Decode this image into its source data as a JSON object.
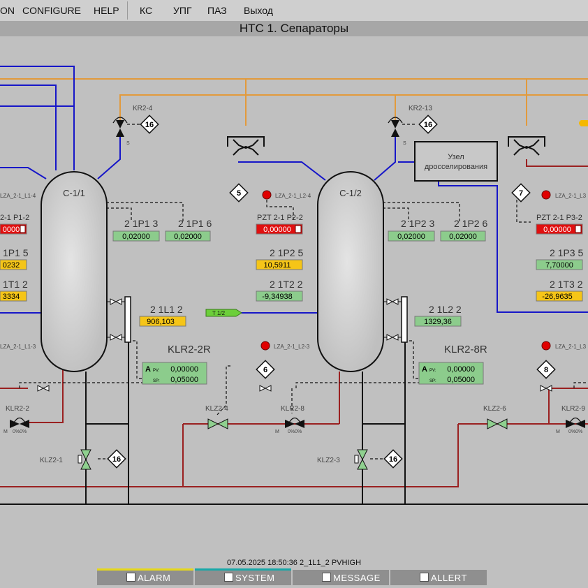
{
  "menu": {
    "items": [
      "ON",
      "CONFIGURE",
      "HELP"
    ],
    "items2": [
      "КС",
      "УПГ",
      "ПАЗ",
      "Выход"
    ]
  },
  "title": "НТС 1. Сепараторы",
  "vessels": [
    {
      "name": "С-1/1"
    },
    {
      "name": "С-1/2"
    }
  ],
  "node": "Узел\nдросселирования",
  "node_lines": [
    "Узел",
    "дросселирования"
  ],
  "tags": {
    "kr2_4": "KR2-4",
    "kr2_13": "KR2-13",
    "lza_1_l1_4": "LZA_2-1_L1-4",
    "lza_1_l2_4": "LZA_2-1_L2-4",
    "lza_1_l3": "LZA_2-1_L3",
    "lza_1_l1_3": "LZA_2-1_L1-3",
    "lza_1_l2_3": "LZA_2-1_L2-3",
    "lza_1_l3b": "LZA_2-1_L3",
    "pzt_p1": "2-1 P1-2",
    "pzt_p2": "PZT 2-1 P2-2",
    "pzt_p3": "PZT 2-1 P3-2",
    "klr2_2r": "KLR2-2R",
    "klr2_8r": "KLR2-8R",
    "klr2_2": "KLR2-2",
    "klr2_8": "KLR2-8",
    "klr2_9": "KLR2-9",
    "klz2_4": "KLZ2-4",
    "klz2_6": "KLZ2-6",
    "klz2_1": "KLZ2-1",
    "klz2_3": "KLZ2-3",
    "t12": "T 1/2",
    "pct": "0%0%",
    "s": "S",
    "m": "M",
    "A": "A",
    "pv": "PV:",
    "sp": "SP:"
  },
  "labels": {
    "p13": "2 1P1 3",
    "p16": "2 1P1 6",
    "p15": "1P1 5",
    "t12l": "1T1 2",
    "l12": "2 1L1 2",
    "p23": "2 1P2 3",
    "p26": "2 1P2 6",
    "p25": "2 1P2 5",
    "t22": "2 1T2 2",
    "l22": "2 1L2 2",
    "p35": "2 1P3 5",
    "t32": "2 1T3 2"
  },
  "values": {
    "p13": "0,02000",
    "p16": "0,02000",
    "p12": "0000",
    "p15": "0232",
    "t12": "3334",
    "l12": "906,103",
    "p23": "0,02000",
    "p26": "0,02000",
    "p22": "0,00000",
    "p25": "10,5911",
    "t22": "-9,34938",
    "l22": "1329,36",
    "p32": "0,00000",
    "p35": "7,70000",
    "t32": "-26,9635",
    "klr2_2r_pv": "0,00000",
    "klr2_2r_sp": "0,05000",
    "klr2_8r_pv": "0,00000",
    "klr2_8r_sp": "0,05000"
  },
  "diamonds": [
    "16",
    "16",
    "5",
    "7",
    "6",
    "8",
    "16",
    "16"
  ],
  "status_message": "07.05.2025 18:50:36  2_1L1_2 PVHIGH",
  "tabs": [
    {
      "label": "ALARM",
      "bar": "#e6d81a"
    },
    {
      "label": "SYSTEM",
      "bar": "#18a8a8"
    },
    {
      "label": "MESSAGE",
      "bar": ""
    },
    {
      "label": "ALLERT",
      "bar": ""
    }
  ],
  "colors": {
    "blue_pipe": "#1616c8",
    "orange_pipe": "#e29a3c",
    "red_pipe": "#9a2020",
    "green_box": "#8ccc8c",
    "red_box": "#e01010",
    "yellow_box": "#f5c518"
  }
}
